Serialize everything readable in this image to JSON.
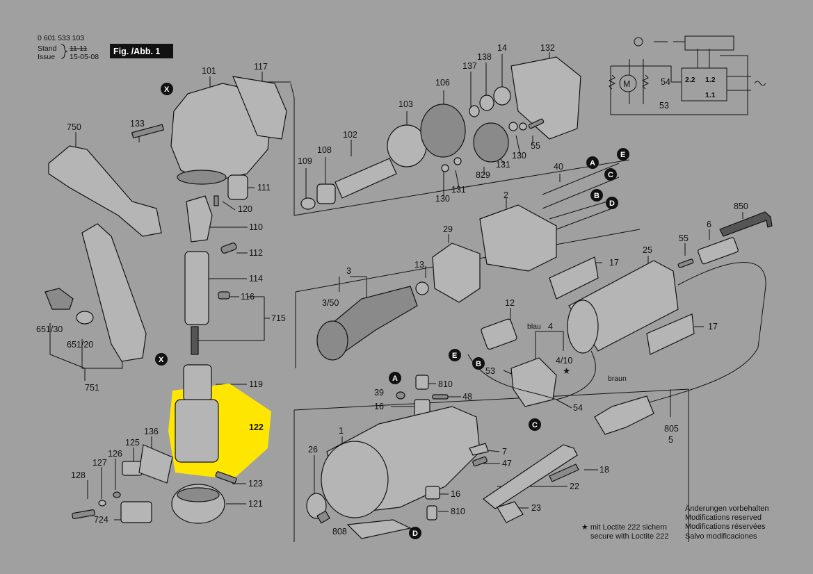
{
  "header": {
    "doc_number": "0 601 533 103",
    "stand_label": "Stand",
    "issue_label": "Issue",
    "stand_value": "11-11",
    "issue_value": "15-05-08",
    "figure_badge": "Fig. /Abb. 1"
  },
  "labels": {
    "p101": "101",
    "p117": "117",
    "p133": "133",
    "p750": "750",
    "p111": "111",
    "p120": "120",
    "p110": "110",
    "p112": "112",
    "p114": "114",
    "p116": "116",
    "p715": "715",
    "p651_30": "651/30",
    "p651_20": "651/20",
    "p751": "751",
    "p119": "119",
    "p122": "122",
    "p123": "123",
    "p121": "121",
    "p128": "128",
    "p127": "127",
    "p126": "126",
    "p125": "125",
    "p136": "136",
    "p724": "724",
    "p109": "109",
    "p108": "108",
    "p102": "102",
    "p103": "103",
    "p106": "106",
    "p137": "137",
    "p138": "138",
    "p14": "14",
    "p132": "132",
    "p130a": "130",
    "p130b": "130",
    "p131a": "131",
    "p131b": "131",
    "p829": "829",
    "p55a": "55",
    "p40": "40",
    "p2": "2",
    "p29": "29",
    "p3": "3",
    "p3_50": "3/50",
    "p13": "13",
    "p17a": "17",
    "p17b": "17",
    "p25": "25",
    "p55b": "55",
    "p6": "6",
    "p850": "850",
    "p12": "12",
    "p4": "4",
    "p4_10": "4/10",
    "p53a": "53",
    "p54a": "54",
    "p810a": "810",
    "p39": "39",
    "p48": "48",
    "p16a": "16",
    "p1": "1",
    "p26": "26",
    "p7": "7",
    "p47": "47",
    "p18": "18",
    "p22": "22",
    "p16b": "16",
    "p810b": "810",
    "p23": "23",
    "p808": "808",
    "p805": "805",
    "p5": "5",
    "wire_blau": "blau",
    "wire_braun": "braun",
    "sch_54": "54",
    "sch_53": "53",
    "sch_22": "2.2",
    "sch_12": "1.2",
    "sch_11": "1.1",
    "sch_m": "M"
  },
  "callouts": {
    "X": "X",
    "A": "A",
    "B": "B",
    "C": "C",
    "D": "D",
    "E": "E"
  },
  "notes": {
    "loctite_de": "★ mit Loctite 222 sichern",
    "loctite_en": "secure with Loctite 222",
    "mod_de": "Änderungen vorbehalten",
    "mod_en": "Modifications reserved",
    "mod_fr": "Modifications réservées",
    "mod_es": "Salvo modificaciones",
    "star": "★"
  },
  "colors": {
    "background": "#a0a0a0",
    "highlight": "#ffe600",
    "ink": "#111111"
  }
}
